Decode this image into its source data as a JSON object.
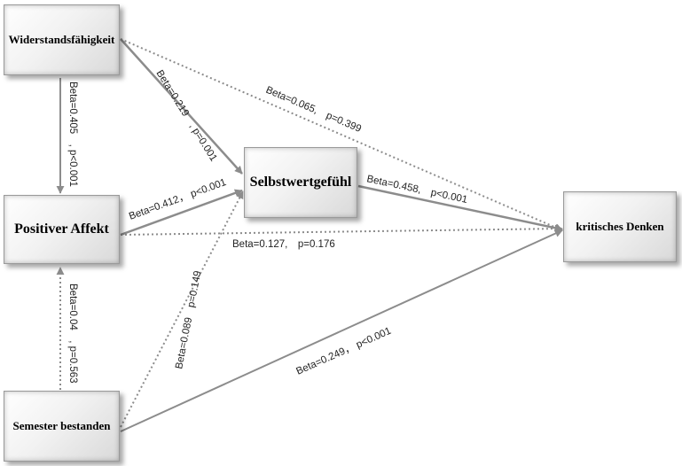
{
  "nodes": {
    "widerstand": "Widerstandsfähigkeit",
    "positiv": "Positiver Affekt",
    "semester": "Semester bestanden",
    "selbstwert": "Selbstwertgefühl",
    "kritisch": "kritisches Denken"
  },
  "edges": [
    {
      "from": "widerstand",
      "to": "positiv",
      "style": "solid",
      "label": "Beta=0.405　, p<0.001"
    },
    {
      "from": "widerstand",
      "to": "selbstwert",
      "style": "solid",
      "label": "Beta=0.219　, p=0.001"
    },
    {
      "from": "widerstand",
      "to": "kritisch",
      "style": "dotted",
      "label": "Beta=0.065,　p=0.399"
    },
    {
      "from": "positiv",
      "to": "selbstwert",
      "style": "solid",
      "label": "Beta=0.412， p<0.001"
    },
    {
      "from": "positiv",
      "to": "kritisch",
      "style": "dotted",
      "label": "Beta=0.127,　p=0.176"
    },
    {
      "from": "selbstwert",
      "to": "kritisch",
      "style": "solid",
      "label": "Beta=0.458,　p<0.001"
    },
    {
      "from": "semester",
      "to": "positiv",
      "style": "dotted",
      "label": "Beta=0.04　, p=0.563"
    },
    {
      "from": "semester",
      "to": "selbstwert",
      "style": "dotted",
      "label": "Beta=0.089　p=0.149"
    },
    {
      "from": "semester",
      "to": "kritisch",
      "style": "solid",
      "label": "Beta=0.249， p<0.001"
    }
  ],
  "colors": {
    "line": "#8c8c8c",
    "text": "#222222"
  }
}
